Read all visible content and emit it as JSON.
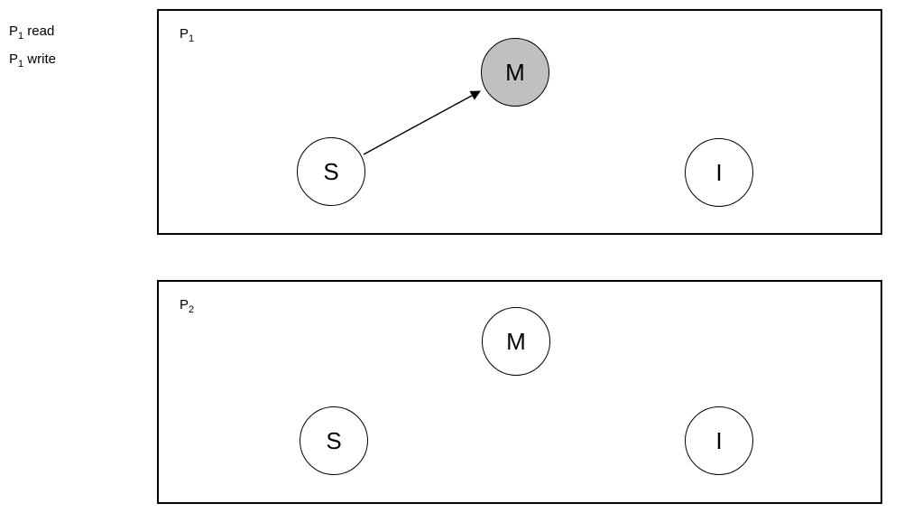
{
  "legend": {
    "lines": [
      {
        "base": "P",
        "sub": "1",
        "action": " read"
      },
      {
        "base": "P",
        "sub": "1",
        "action": " write"
      }
    ]
  },
  "diagram": {
    "type": "cache-coherence-state-diagram",
    "highlight_color": "#c0c0c0",
    "stroke_color": "#000000",
    "processors": [
      {
        "label": {
          "base": "P",
          "sub": "1"
        },
        "states": {
          "S": {
            "label": "S",
            "filled": false
          },
          "M": {
            "label": "M",
            "filled": true
          },
          "I": {
            "label": "I",
            "filled": false
          }
        },
        "transition": {
          "from": "S",
          "to": "M"
        }
      },
      {
        "label": {
          "base": "P",
          "sub": "2"
        },
        "states": {
          "S": {
            "label": "S",
            "filled": false
          },
          "M": {
            "label": "M",
            "filled": false
          },
          "I": {
            "label": "I",
            "filled": false
          }
        },
        "transition": null
      }
    ]
  }
}
